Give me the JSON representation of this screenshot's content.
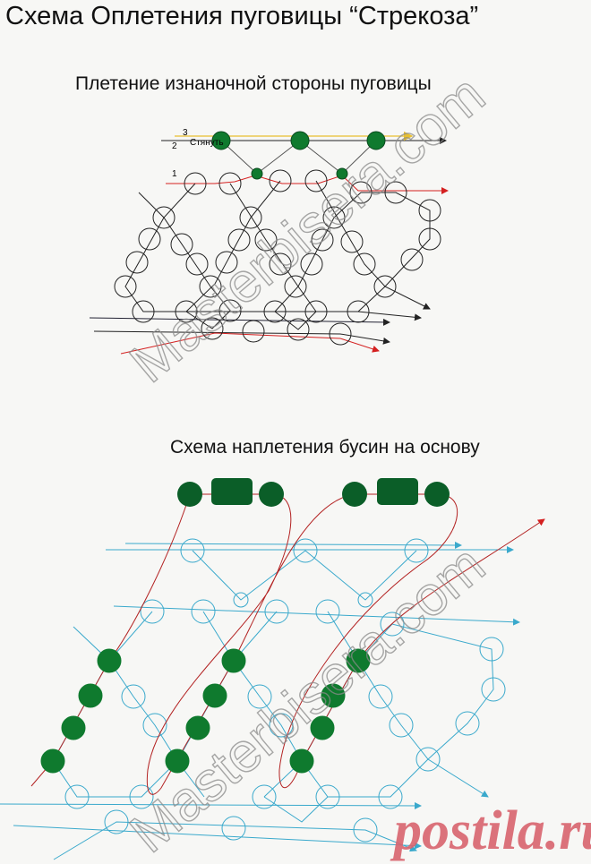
{
  "title": "Схема Оплетения пуговицы “Стрекоза”",
  "top_diagram": {
    "subtitle": "Плетение изнаночной стороны пуговицы",
    "pull_label": "Стянуть",
    "thread_labels": [
      "1",
      "2",
      "3"
    ]
  },
  "bottom_diagram": {
    "subtitle": "Схема наплетения бусин на основу"
  },
  "watermarks": {
    "site": "Masterbisera.com",
    "postila": "postila.ru"
  },
  "colors": {
    "bead_green": "#0f7a2e",
    "dark_green": "#0b5e28",
    "thread_black": "#222222",
    "thread_red": "#d42020",
    "thread_yellow": "#e8c030",
    "thread_blue": "#3aa9cc"
  }
}
